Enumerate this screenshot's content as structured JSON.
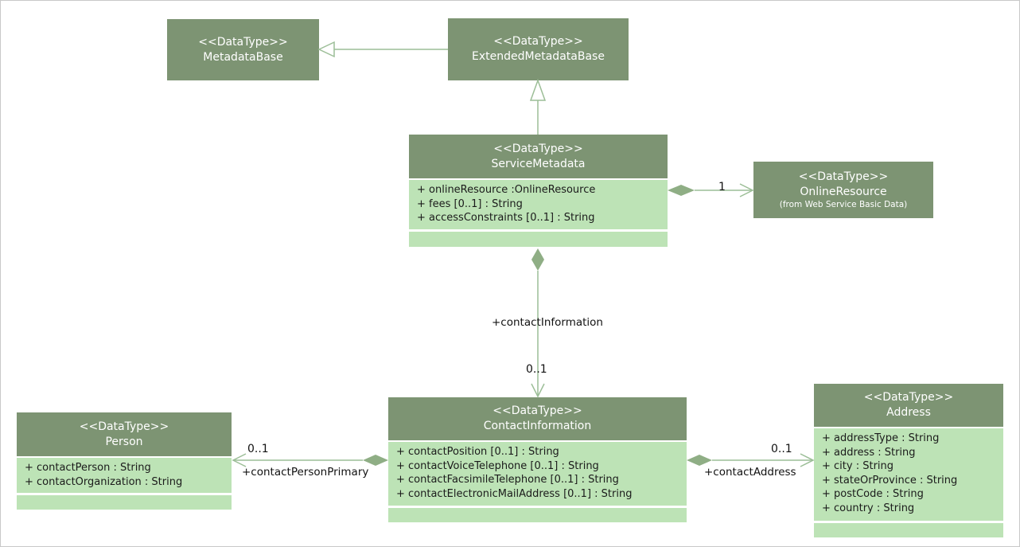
{
  "diagram_type": "uml-class-diagram",
  "classes": {
    "metadataBase": {
      "stereotype": "<<DataType>>",
      "name": "MetadataBase"
    },
    "extendedMetadataBase": {
      "stereotype": "<<DataType>>",
      "name": "ExtendedMetadataBase"
    },
    "serviceMetadata": {
      "stereotype": "<<DataType>>",
      "name": "ServiceMetadata",
      "attributes": [
        "+ onlineResource :OnlineResource",
        "+ fees [0..1] : String",
        "+ accessConstraints [0..1] : String"
      ]
    },
    "onlineResource": {
      "stereotype": "<<DataType>>",
      "name": "OnlineResource",
      "origin": "(from Web Service Basic Data)"
    },
    "person": {
      "stereotype": "<<DataType>>",
      "name": "Person",
      "attributes": [
        "+ contactPerson : String",
        "+ contactOrganization : String"
      ]
    },
    "contactInformation": {
      "stereotype": "<<DataType>>",
      "name": "ContactInformation",
      "attributes": [
        "+ contactPosition [0..1] : String",
        "+ contactVoiceTelephone [0..1] : String",
        "+ contactFacsimileTelephone [0..1] : String",
        "+ contactElectronicMailAddress [0..1] : String"
      ]
    },
    "address": {
      "stereotype": "<<DataType>>",
      "name": "Address",
      "attributes": [
        "+ addressType : String",
        "+ address : String",
        "+ city : String",
        "+ stateOrProvince : String",
        "+ postCode : String",
        "+ country : String"
      ]
    }
  },
  "connectors": {
    "serviceToOnline": {
      "multiplicity": "1"
    },
    "serviceToContact": {
      "role": "+contactInformation",
      "multiplicity": "0..1"
    },
    "contactToPerson": {
      "role": "+contactPersonPrimary",
      "multiplicity": "0..1"
    },
    "contactToAddress": {
      "role": "+contactAddress",
      "multiplicity": "0..1"
    }
  },
  "colors": {
    "header_fill": "#7D9473",
    "body_fill": "#BDE3B6",
    "connector_line": "#9CBE97",
    "diamond_fill": "#8FAE85",
    "header_text": "#FFFFFF",
    "attribute_text": "#1B1B1B",
    "canvas_border": "#C9C9C9"
  }
}
